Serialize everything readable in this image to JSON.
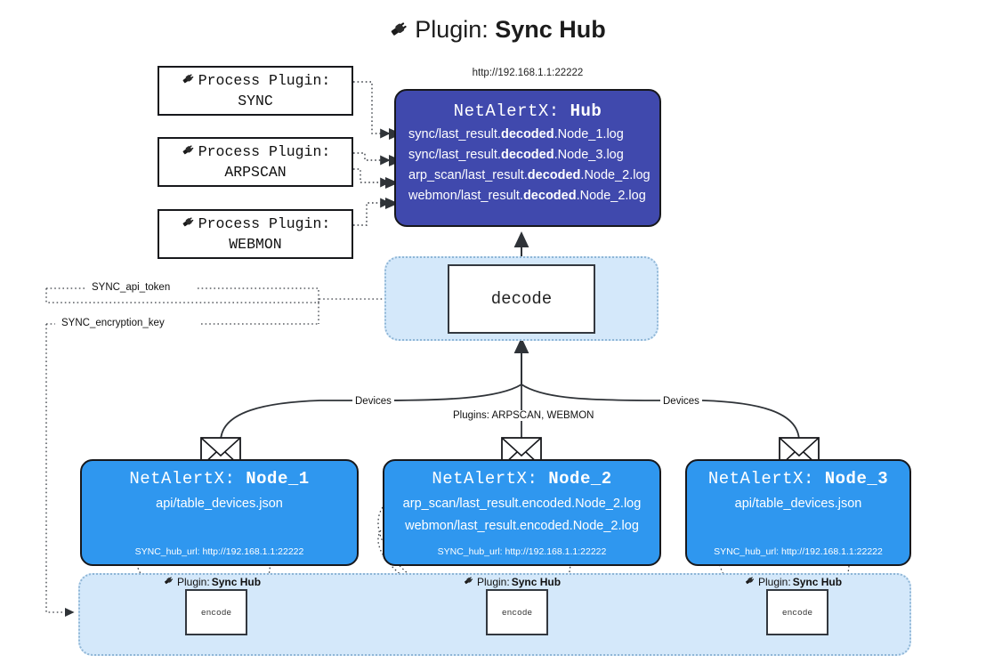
{
  "header": {
    "icon": "plug-icon",
    "prefix": "Plugin: ",
    "name": "Sync Hub"
  },
  "hub": {
    "url": "http://192.168.1.1:22222",
    "title_prefix": "NetAlertX: ",
    "title_name": "Hub",
    "lines": [
      {
        "pre": "sync/last_result.",
        "bold": "decoded",
        "post": ".Node_1.log"
      },
      {
        "pre": "sync/last_result.",
        "bold": "decoded",
        "post": ".Node_3.log"
      },
      {
        "pre": "arp_scan/last_result.",
        "bold": "decoded",
        "post": ".Node_2.log"
      },
      {
        "pre": "webmon/last_result.",
        "bold": "decoded",
        "post": ".Node_2.log"
      }
    ]
  },
  "process_plugins": [
    {
      "icon": "plug-icon",
      "label": "Process Plugin:",
      "name": "SYNC"
    },
    {
      "icon": "plug-icon",
      "label": "Process Plugin:",
      "name": "ARPSCAN"
    },
    {
      "icon": "plug-icon",
      "label": "Process Plugin:",
      "name": "WEBMON"
    }
  ],
  "decode": {
    "label": "decode"
  },
  "edge_labels": {
    "api_token": "SYNC_api_token",
    "encryption_key": "SYNC_encryption_key",
    "devices_left": "Devices",
    "devices_right": "Devices",
    "plugins": "Plugins: ARPSCAN, WEBMON"
  },
  "nodes": [
    {
      "title_prefix": "NetAlertX: ",
      "title_name": "Node_1",
      "lines": [
        "api/table_devices.json"
      ],
      "footer": "SYNC_hub_url: http://192.168.1.1:22222",
      "envelope_icon": "envelope-icon"
    },
    {
      "title_prefix": "NetAlertX: ",
      "title_name": "Node_2",
      "lines": [
        "arp_scan/last_result.encoded.Node_2.log",
        "webmon/last_result.encoded.Node_2.log"
      ],
      "footer": "SYNC_hub_url: http://192.168.1.1:22222",
      "envelope_icon": "envelope-icon"
    },
    {
      "title_prefix": "NetAlertX: ",
      "title_name": "Node_3",
      "lines": [
        "api/table_devices.json"
      ],
      "footer": "SYNC_hub_url: http://192.168.1.1:22222",
      "envelope_icon": "envelope-icon"
    }
  ],
  "encoders": [
    {
      "caption_icon": "plug-icon",
      "caption_prefix": "Plugin: ",
      "caption_name": "Sync Hub",
      "label": "encode"
    },
    {
      "caption_icon": "plug-icon",
      "caption_prefix": "Plugin: ",
      "caption_name": "Sync Hub",
      "label": "encode"
    },
    {
      "caption_icon": "plug-icon",
      "caption_prefix": "Plugin: ",
      "caption_name": "Sync Hub",
      "label": "encode"
    }
  ],
  "colors": {
    "hub": "#4049ad",
    "node": "#2f97ef",
    "panel": "#d4e8fa",
    "panel_border": "#8fb6d6",
    "stroke": "#17181c"
  }
}
